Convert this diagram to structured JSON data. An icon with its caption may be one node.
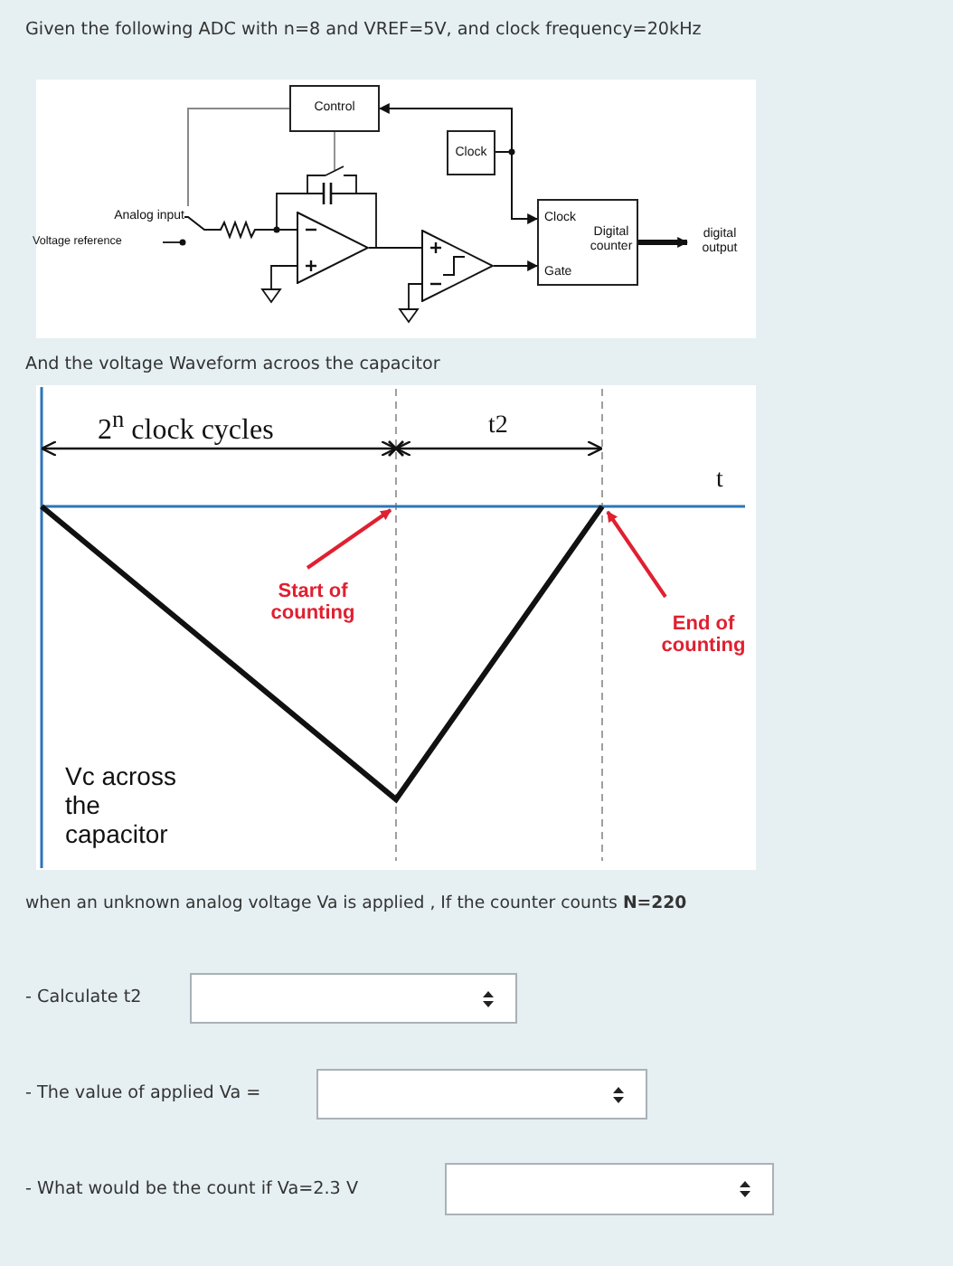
{
  "diagram": {
    "title": "Given the following ADC with n=8 and VREF=5V, and clock frequency=20kHz",
    "nodes": [
      {
        "text": [
          "Control"
        ]
      },
      {
        "text": [
          "Clock"
        ]
      },
      {
        "text": [
          "Clock",
          "Digital counter",
          "Gate"
        ]
      },
      {
        "text": [
          "Analog input"
        ]
      },
      {
        "text": [],
        "shape": "triangle"
      },
      {
        "text": [],
        "shape": "triangle"
      },
      {
        "text": [
          "digital output"
        ]
      },
      {
        "text": [
          "Start of counting"
        ]
      },
      {
        "text": [
          "End of counting"
        ]
      }
    ],
    "edges": [
      {
        "from": 1,
        "to": 2,
        "arrow": "to"
      },
      {
        "from": 1,
        "to": 0,
        "arrow": "to"
      },
      {
        "from": 5,
        "to": 2,
        "arrow": "to"
      },
      {
        "from": 4,
        "to": 5,
        "arrow": "none"
      },
      {
        "from": 2,
        "to": 6,
        "arrow": "to",
        "style": "thick"
      },
      {
        "from": 3,
        "to": 4,
        "arrow": "none"
      },
      {
        "from": 7,
        "to": null,
        "arrow": "to",
        "color": "#e02030"
      },
      {
        "from": 8,
        "to": null,
        "arrow": "to",
        "color": "#e02030"
      },
      {
        "from": 0,
        "to": 3,
        "arrow": "none",
        "color": "#888888"
      }
    ],
    "labels": [
      "Voltage reference",
      "And the voltage Waveform acroos the capacitor",
      "2$^{n}$ clock cycles",
      "t2",
      "t",
      "Vc across the capacitor",
      "when an unknown analog voltage Va is applied , If the counter counts **N=220**",
      "- Calculate t2",
      "- The value of applied Va =",
      "- What would be the count if Va=2.3 V"
    ]
  }
}
